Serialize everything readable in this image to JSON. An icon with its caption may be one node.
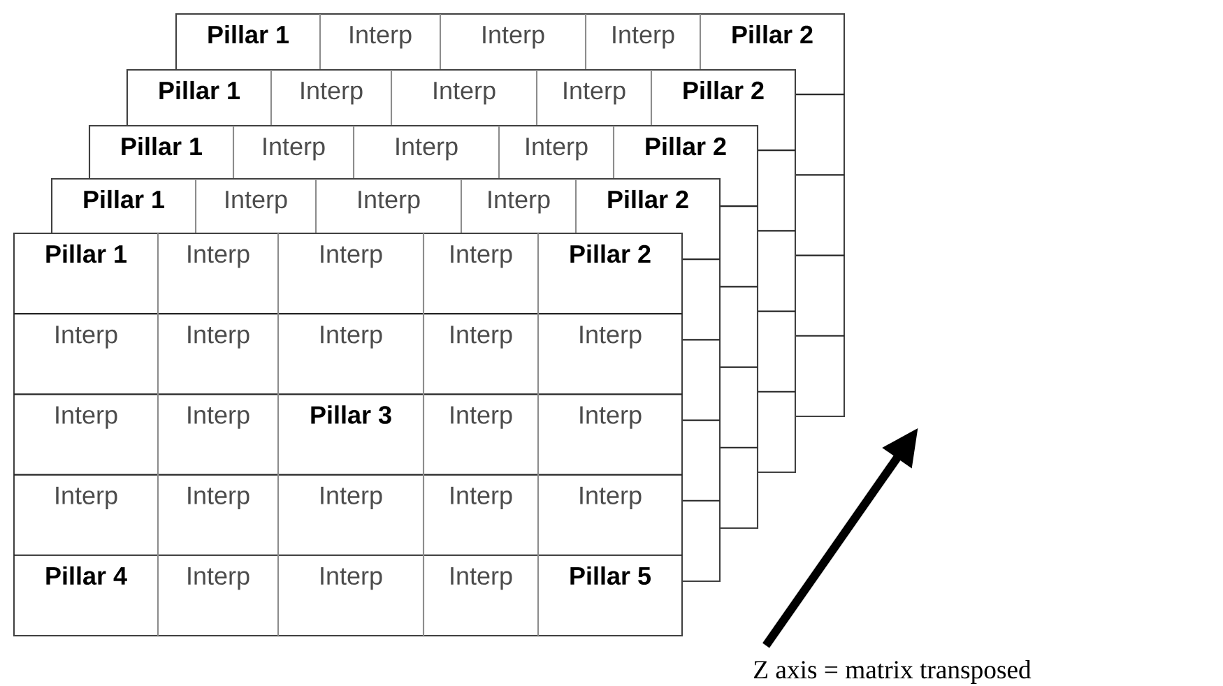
{
  "diagram": {
    "labels": [
      "Pillar 1",
      "Interp",
      "Interp",
      "Interp",
      "Pillar 2",
      "Pillar 1",
      "Interp",
      "Interp",
      "Interp",
      "Pillar 2",
      "Pillar 1",
      "Interp",
      "Interp",
      "Interp",
      "Pillar 2",
      "Pillar 1",
      "Interp",
      "Interp",
      "Interp",
      "Pillar 2",
      "Pillar 1",
      "Interp",
      "Interp",
      "Interp",
      "Pillar 2",
      "Interp",
      "Interp",
      "Interp",
      "Interp",
      "Interp",
      "Interp",
      "Interp",
      "Pillar 3",
      "Interp",
      "Interp",
      "Interp",
      "Interp",
      "Interp",
      "Interp",
      "Interp",
      "Pillar 4",
      "Interp",
      "Interp",
      "Interp",
      "Pillar 5",
      "Z axis = matrix transposed"
    ]
  }
}
